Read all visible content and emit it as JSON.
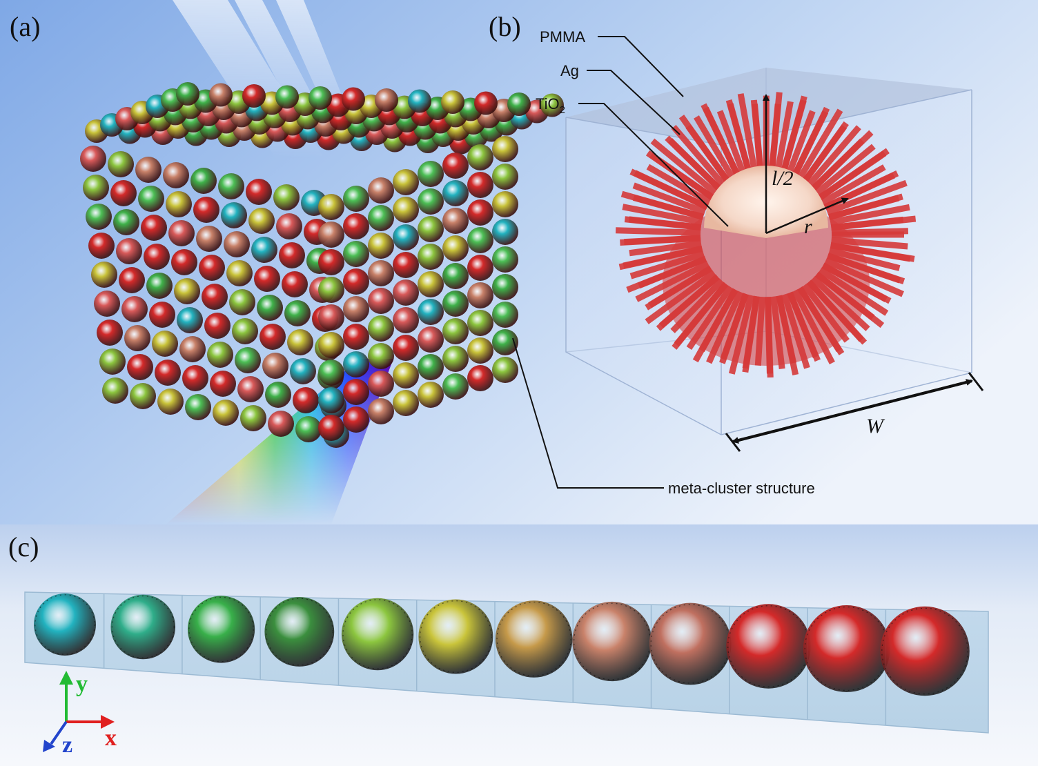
{
  "panels": {
    "a": {
      "label": "(a)"
    },
    "b": {
      "label": "(b)"
    },
    "c": {
      "label": "(c)"
    }
  },
  "callouts": {
    "pmma": "PMMA",
    "ag": "Ag",
    "tio2_base": "TiO",
    "tio2_sub": "2",
    "meta_cluster": "meta-cluster structure"
  },
  "dimensions": {
    "half_length": "l/2",
    "radius": "r",
    "width": "W"
  },
  "axes": {
    "x": "x",
    "y": "y",
    "z": "z",
    "x_color": "#e02020",
    "y_color": "#22bb33",
    "z_color": "#2244cc"
  },
  "palette": {
    "sphere_colors": [
      "#22b3c0",
      "#2fae8a",
      "#38b04a",
      "#3b8f3e",
      "#8cc63f",
      "#c9c43a",
      "#c69a4a",
      "#c9826a",
      "#c07060",
      "#d42a2a",
      "#d42a2a",
      "#d42a2a"
    ],
    "background_blue": "#8fb6ea",
    "rod_red": "#d63a3a"
  }
}
